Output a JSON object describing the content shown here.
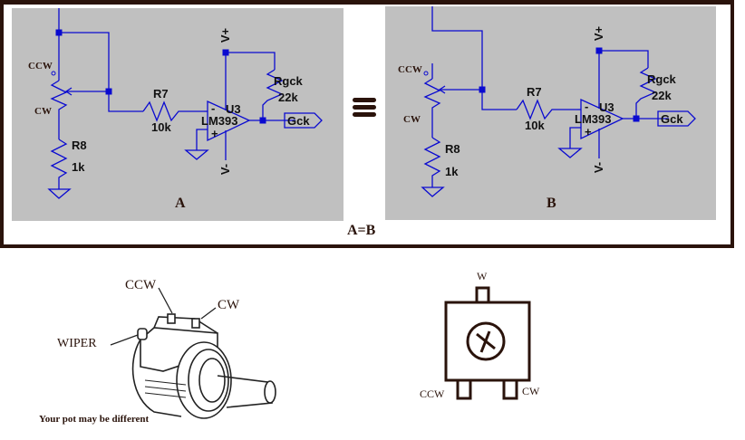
{
  "schematics": [
    {
      "id": "A",
      "caption": "A",
      "pot_labels": {
        "ccw": "CCW",
        "cw": "CW"
      },
      "components": {
        "r7": {
          "name": "R7",
          "value": "10k"
        },
        "r8": {
          "name": "R8",
          "value": "1k"
        },
        "rgck": {
          "name": "Rgck",
          "value": "22k"
        },
        "u3": {
          "name": "U3",
          "part": "LM393",
          "minus": "-",
          "plus": "+"
        },
        "vplus": "V+",
        "vminus": "V-",
        "net_label": "Gck"
      }
    },
    {
      "id": "B",
      "caption": "B",
      "pot_labels": {
        "ccw": "CCW",
        "cw": "CW"
      },
      "components": {
        "r7": {
          "name": "R7",
          "value": "10k"
        },
        "r8": {
          "name": "R8",
          "value": "1k"
        },
        "rgck": {
          "name": "Rgck",
          "value": "22k"
        },
        "u3": {
          "name": "U3",
          "part": "LM393",
          "minus": "-",
          "plus": "+"
        },
        "vplus": "V+",
        "vminus": "V-",
        "net_label": "Gck"
      }
    }
  ],
  "equivalence_caption": "A=B",
  "equivalence_symbol": "≡",
  "pot_illustration": {
    "labels": {
      "ccw": "CCW",
      "cw": "CW",
      "wiper": "WIPER"
    },
    "note": "Your pot may be different"
  },
  "trimmer_footprint": {
    "labels": {
      "w": "W",
      "ccw": "CCW",
      "cw": "CW"
    }
  },
  "colors": {
    "wire": "#0a0ad0",
    "frame": "#2a130b",
    "panel_bg": "#c0c0c0",
    "text_dark": "#2a130b"
  }
}
